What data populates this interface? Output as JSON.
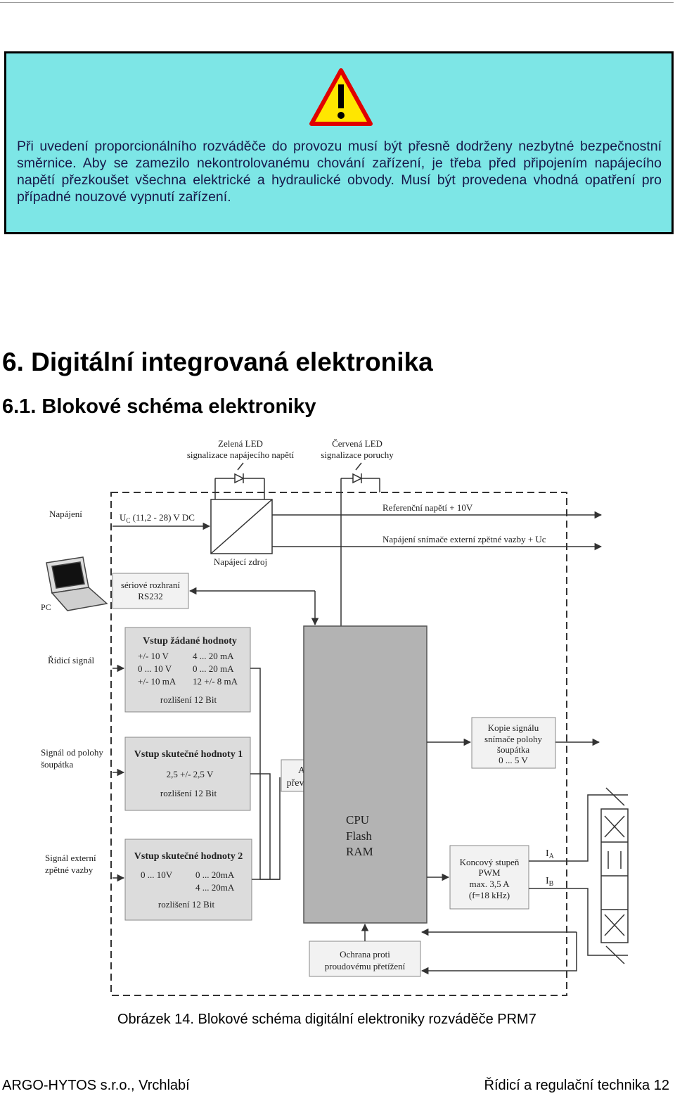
{
  "warning": {
    "icon": "warning-triangle-icon",
    "colors": {
      "background": "#7de6e6",
      "triangle_fill": "#ffe600",
      "triangle_border": "#e00000"
    },
    "text": "Při uvedení proporcionálního rozváděče do provozu musí být přesně dodrženy nezbytné bezpečnostní směrnice. Aby se zamezilo nekontrolovanému chování zařízení, je třeba před připojením napájecího napětí přezkoušet všechna elektrické a hydraulické obvody. Musí být provedena vhodná opatření pro případné nouzové vypnutí zařízení."
  },
  "heading_main": "6. Digitální integrovaná elektronika",
  "heading_sub": "6.1. Blokové schéma elektroniky",
  "diagram": {
    "green_led_1": "Zelená LED",
    "green_led_2": "signalizace napájecího napětí",
    "red_led_1": "Červená LED",
    "red_led_2": "signalizace poruchy",
    "napajeni": "Napájení",
    "uc_prefix": "U",
    "uc_sub": "C",
    "uc_rest": " (11,2 - 28) V DC",
    "ref_voltage": "Referenční napětí + 10V",
    "sensor_supply": "Napájení snímače externí zpětné vazby  + Uc",
    "power_supply": "Napájecí zdroj",
    "pc": "PC",
    "rs232_1": "sériové rozhraní",
    "rs232_2": "RS232",
    "control_signal": "Řídicí signál",
    "in1_title": "Vstup žádané hodnoty",
    "in1_a1": "+/- 10 V",
    "in1_b1": "4 ... 20 mA",
    "in1_a2": "0 ... 10 V",
    "in1_b2": "0 ... 20 mA",
    "in1_a3": "+/- 10 mA",
    "in1_b3": "12 +/- 8 mA",
    "in1_res": "rozlišení 12 Bit",
    "pos_signal_1": "Signál od polohy",
    "pos_signal_2": "šoupátka",
    "in2_title": "Vstup skutečné hodnoty 1",
    "in2_range": "2,5 +/- 2,5 V",
    "in2_res": "rozlišení 12 Bit",
    "ad_1": "A/D",
    "ad_2": "převodník",
    "cpu": "CPU",
    "flash": "Flash",
    "ram": "RAM",
    "copy_1": "Kopie signálu",
    "copy_2": "snímače polohy",
    "copy_3": "šoupátka",
    "copy_4": "0 ... 5 V",
    "ext_fb_1": "Signál externí",
    "ext_fb_2": "zpětné vazby",
    "in3_title": "Vstup skutečné hodnoty 2",
    "in3_a1": "0 ... 10V",
    "in3_b1": "0 ... 20mA",
    "in3_b2": "4 ... 20mA",
    "in3_res": "rozlišení 12 Bit",
    "pwm_1": "Koncový stupeň",
    "pwm_2": "PWM",
    "pwm_3": "max. 3,5 A",
    "pwm_4": "(f=18 kHz)",
    "ia": "I",
    "ia_sub": "A",
    "ib": "I",
    "ib_sub": "B",
    "protect_1": "Ochrana proti",
    "protect_2": "proudovému přetížení"
  },
  "caption": "Obrázek 14. Blokové schéma digitální elektroniky rozváděče PRM7",
  "footer": {
    "left": "ARGO-HYTOS s.r.o., Vrchlabí",
    "right": "Řídicí a regulační technika   12"
  }
}
